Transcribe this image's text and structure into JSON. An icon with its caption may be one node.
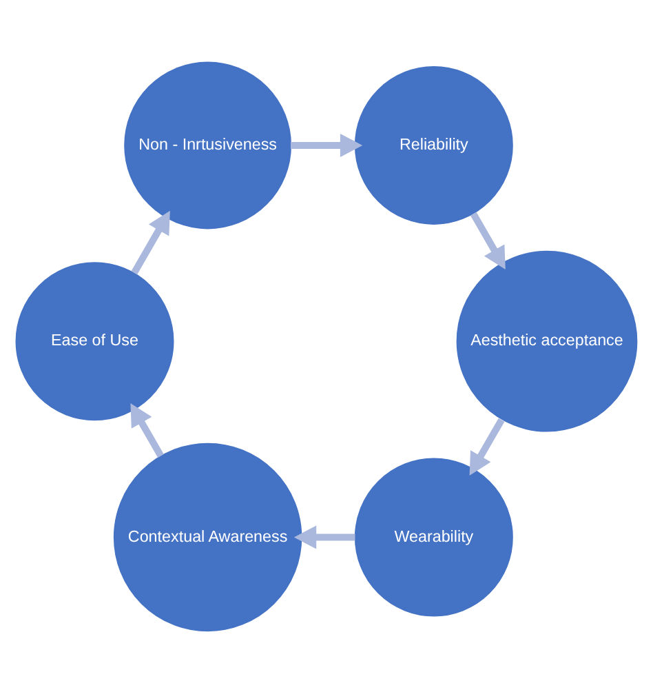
{
  "diagram": {
    "nodes": [
      {
        "text": [
          "Aesthetic acceptance"
        ]
      },
      {
        "text": [
          "Wearability"
        ]
      },
      {
        "text": [
          "Reliability"
        ]
      },
      {
        "text": [
          "Contextual Awareness"
        ]
      },
      {
        "text": [
          "Non - Inrtusiveness"
        ]
      },
      {
        "text": [
          "Ease of Use"
        ]
      }
    ],
    "edges": [
      {
        "from": 1,
        "to": 3,
        "arrow": "to"
      },
      {
        "from": 3,
        "to": 5,
        "arrow": "to"
      },
      {
        "from": 5,
        "to": 4,
        "arrow": "to"
      },
      {
        "from": 4,
        "to": 2,
        "arrow": "to"
      },
      {
        "from": 2,
        "to": 0,
        "arrow": "to"
      },
      {
        "from": 0,
        "to": 1,
        "arrow": "to"
      }
    ]
  }
}
